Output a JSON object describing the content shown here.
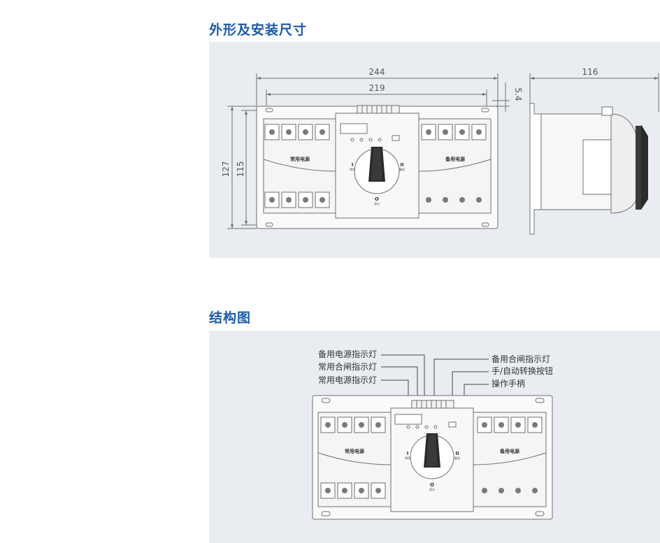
{
  "sections": {
    "dimensions": {
      "title": "外形及安装尺寸"
    },
    "structure": {
      "title": "结构图"
    }
  },
  "dimensions": {
    "overall_width": "244",
    "mount_width": "219",
    "offset": "5.4",
    "overall_height": "127",
    "mount_height": "115",
    "depth": "116"
  },
  "device": {
    "left_label": "常用电源",
    "right_label": "备用电源",
    "pos_one": "I",
    "pos_two": "II",
    "pos_zero": "O",
    "pos_one_sub": "常用",
    "pos_two_sub": "备用",
    "pos_zero_sub": "双分"
  },
  "callouts": {
    "left": [
      "备用电源指示灯",
      "常用合闸指示灯",
      "常用电源指示灯"
    ],
    "right": [
      "备用合闸指示灯",
      "手/自动转换按钮",
      "操作手柄"
    ]
  },
  "colors": {
    "title_blue": "#1d5aa8",
    "panel_bg": "#e9edf1",
    "line_gray": "#6f6f6f"
  }
}
